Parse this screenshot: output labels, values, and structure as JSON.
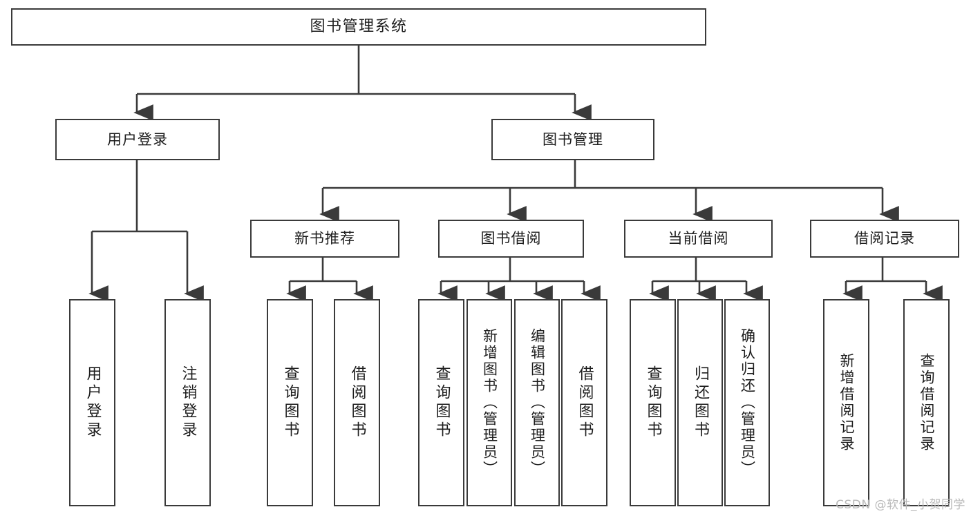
{
  "diagram": {
    "title": "图书管理系统",
    "type": "tree",
    "orientation": "top-down",
    "line_color": "#3a3a3a",
    "box_fill": "#ffffff",
    "text_color": "#1d1d1d"
  },
  "nodes": {
    "root": {
      "label": "图书管理系统",
      "level": 1
    },
    "level2": [
      {
        "id": "user-login",
        "label": "用户登录"
      },
      {
        "id": "book-manage",
        "label": "图书管理"
      }
    ],
    "level3": [
      {
        "id": "new-book-recommend",
        "label": "新书推荐",
        "parent": "book-manage"
      },
      {
        "id": "book-borrow",
        "label": "图书借阅",
        "parent": "book-manage"
      },
      {
        "id": "current-borrow",
        "label": "当前借阅",
        "parent": "book-manage"
      },
      {
        "id": "borrow-record",
        "label": "借阅记录",
        "parent": "book-manage"
      }
    ],
    "leaves": [
      {
        "id": "leaf-user-login",
        "label": "用户登录",
        "parent": "user-login"
      },
      {
        "id": "leaf-user-logout",
        "label": "注销登录",
        "parent": "user-login"
      },
      {
        "id": "leaf-query-book-rec",
        "label": "查询图书",
        "parent": "new-book-recommend"
      },
      {
        "id": "leaf-borrow-book-rec",
        "label": "借阅图书",
        "parent": "new-book-recommend"
      },
      {
        "id": "leaf-query-book-brw",
        "label": "查询图书",
        "parent": "book-borrow"
      },
      {
        "id": "leaf-add-book",
        "label": "新增图书（管理员）",
        "parent": "book-borrow"
      },
      {
        "id": "leaf-edit-book",
        "label": "编辑图书（管理员）",
        "parent": "book-borrow"
      },
      {
        "id": "leaf-borrow-book-brw",
        "label": "借阅图书",
        "parent": "book-borrow"
      },
      {
        "id": "leaf-query-book-cur",
        "label": "查询图书",
        "parent": "current-borrow"
      },
      {
        "id": "leaf-return-book",
        "label": "归还图书",
        "parent": "current-borrow"
      },
      {
        "id": "leaf-confirm-return",
        "label": "确认归还（管理员）",
        "parent": "current-borrow"
      },
      {
        "id": "leaf-add-record",
        "label": "新增借阅记录",
        "parent": "borrow-record"
      },
      {
        "id": "leaf-query-record",
        "label": "查询借阅记录",
        "parent": "borrow-record"
      }
    ]
  },
  "watermark": {
    "text": "CSDN @软件_小贺同学"
  }
}
